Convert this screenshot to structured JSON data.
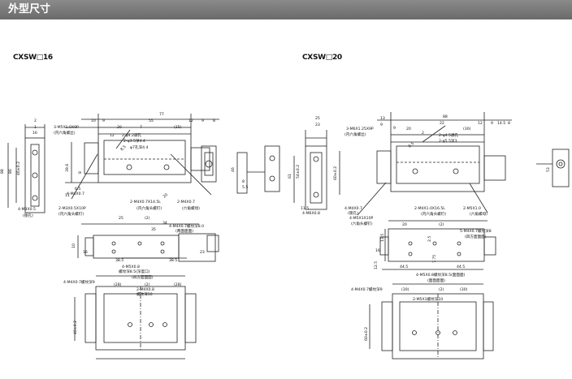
{
  "header": {
    "title": "外型尺寸"
  },
  "models": [
    {
      "label": "CXSW□16"
    },
    {
      "label": "CXSW□20"
    }
  ],
  "left": {
    "front": {
      "dims_top": [
        "2",
        "1",
        "16",
        "10",
        "9",
        "20",
        "7",
        "(25)",
        "77",
        "55",
        "12",
        "9",
        "12",
        "8"
      ],
      "dims_left": [
        "88",
        "86",
        "46±0.2",
        "39.6",
        "8",
        "6.5",
        "11"
      ],
      "callouts": [
        "3-M5X1.0X9P",
        "(内六角螺丝)",
        "2-φ4.2通孔",
        "2-φ3.5深4.4",
        "φ7孔深4.4",
        "8.5",
        "4-M4X0.7",
        "2-M3X0.5X10P",
        "(内六角头螺钉)",
        "4-M3X0.5",
        "(锁孔)",
        "2-M4X0.7X14.5L",
        "(内六角头螺钉)",
        "2-M4X0.7",
        "(六角螺母)",
        "20"
      ]
    },
    "top": {
      "dims": [
        "25",
        "(2)",
        "34",
        "35",
        "10",
        "16",
        "23",
        "38.5",
        "38.5"
      ],
      "callouts": [
        "4-M5X0.8",
        "螺纹深8.5(深度口)",
        "(四方面面面)",
        "4-M4X0.7螺纹深8.0",
        "(两面面面)"
      ]
    },
    "bottom": {
      "dims": [
        "(28)",
        "(2)",
        "(28)",
        "46±0.2"
      ],
      "callouts": [
        "4-M4X0.7螺纹深9",
        "2-M4X0.8",
        "螺纹深10"
      ]
    }
  },
  "right": {
    "front": {
      "dims_top": [
        "25",
        "23",
        "13",
        "9",
        "9",
        "20",
        "(30)",
        "88",
        "2",
        "22",
        "12",
        "9",
        "14.5",
        "8"
      ],
      "dims_left": [
        "46",
        "54±0.2",
        "61",
        "60±0.2",
        "5.5",
        "8",
        "11.5"
      ],
      "callouts": [
        "3-M6X1.25X9P",
        "(内六角螺丝)",
        "2-φ4.5通孔",
        "2-φ5.5深3",
        "8.5",
        "4-M4X0.7",
        "4-M5X1X10P",
        "(六角头螺钉)",
        "4-M6X0.8",
        "(锁孔)",
        "2-M4X1.0X16.5L",
        "(内六角头螺钉)",
        "2-M5X1.0",
        "(六角螺母)",
        "53"
      ]
    },
    "top": {
      "dims": [
        "20",
        "(2)",
        "2.5",
        "44.5",
        "44.5",
        "12.5",
        "13.5",
        "7.75",
        "16"
      ],
      "callouts": [
        "5-M4X0.7螺纹深8",
        "(四方面面面)",
        "4-M5X0.8螺纹深8.5(面面面)",
        "(面面面面)"
      ]
    },
    "bottom": {
      "dims": [
        "(30)",
        "(2)",
        "(30)",
        "60±0.2"
      ],
      "callouts": [
        "4-M4X0.7螺纹深9",
        "2-M5X1螺纹深10"
      ]
    }
  }
}
